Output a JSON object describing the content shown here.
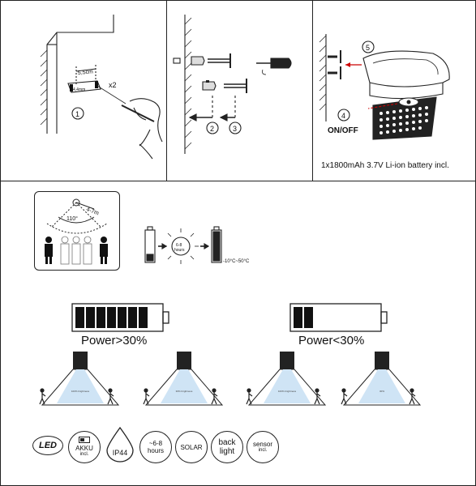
{
  "panel1": {
    "dimension": "5,5cm",
    "small_dimension": "4,4mm",
    "multiplier": "x2",
    "step": "1"
  },
  "panel2": {
    "step_a": "2",
    "step_b": "3"
  },
  "panel3": {
    "step_c": "4",
    "step_d": "5",
    "switch_label": "ON/OFF",
    "battery_note": "1x1800mAh 3.7V Li-ion battery incl."
  },
  "sensor": {
    "range": "4-7m",
    "angle": "110°"
  },
  "charging": {
    "hours": "6-8\nhours",
    "temp_range": "-10°C~50°C"
  },
  "power": {
    "high": "Power>30%",
    "low": "Power<30%"
  },
  "lamps": [
    {
      "mode": "100% brightness"
    },
    {
      "mode": "30% brightness"
    },
    {
      "mode": "100% brightness"
    },
    {
      "mode": "30%"
    }
  ],
  "badges": {
    "led": "LED",
    "akku_top": "AKKU",
    "akku_bottom": "incl.",
    "ip": "IP44",
    "hours_top": "~6-8",
    "hours_bottom": "hours",
    "solar": "SOLAR",
    "back_top": "back",
    "back_bottom": "light",
    "sensor_top": "sensor",
    "sensor_bottom": "incl."
  }
}
